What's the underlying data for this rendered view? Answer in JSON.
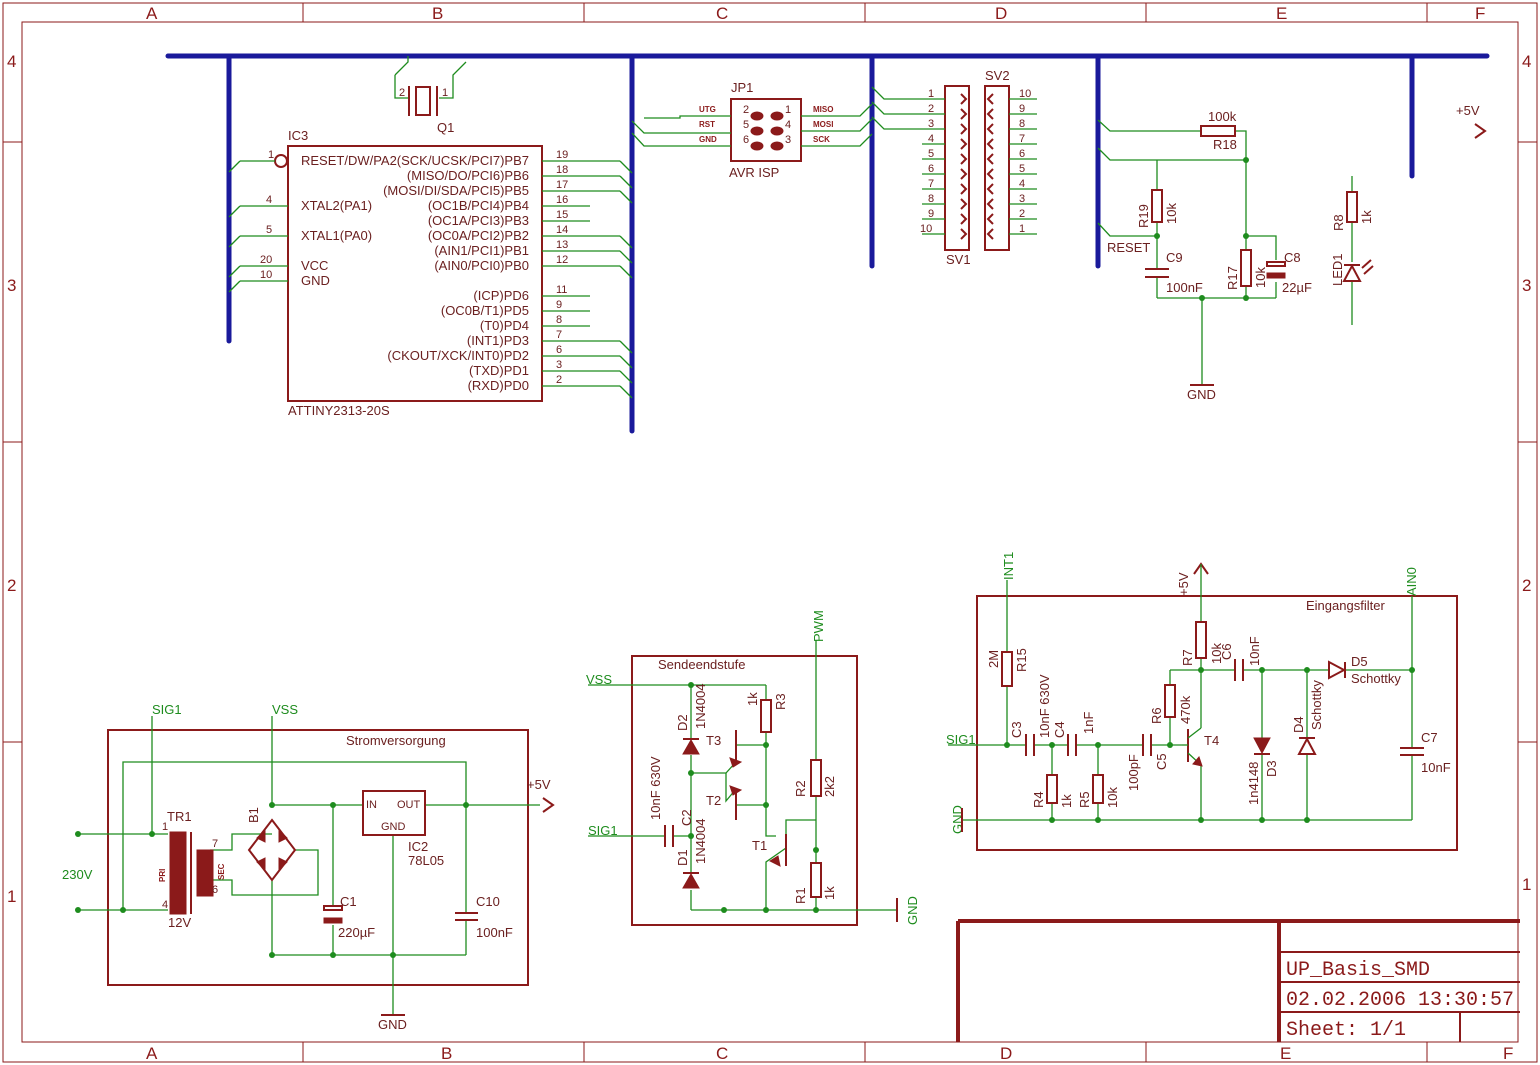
{
  "ruler": {
    "cols": [
      "A",
      "B",
      "C",
      "D",
      "E",
      "F"
    ],
    "rows": [
      "4",
      "3",
      "2",
      "1"
    ]
  },
  "title_block": {
    "title": "UP_Basis_SMD",
    "datetime": "02.02.2006 13:30:57",
    "sheet": "Sheet: 1/1"
  },
  "ic3": {
    "name": "IC3",
    "value": "ATTINY2313-20S",
    "left_pins": [
      {
        "num": "1",
        "name": "RESET/DW/PA2"
      },
      {
        "num": "4",
        "name": "XTAL2(PA1)"
      },
      {
        "num": "5",
        "name": "XTAL1(PA0)"
      },
      {
        "num": "20",
        "name": "VCC"
      },
      {
        "num": "10",
        "name": "GND"
      }
    ],
    "right_pins": [
      {
        "num": "19",
        "name": "(SCK/UCSK/PCI7)PB7"
      },
      {
        "num": "18",
        "name": "(MISO/DO/PCI6)PB6"
      },
      {
        "num": "17",
        "name": "(MOSI/DI/SDA/PCI5)PB5"
      },
      {
        "num": "16",
        "name": "(OC1B/PCI4)PB4"
      },
      {
        "num": "15",
        "name": "(OC1A/PCI3)PB3"
      },
      {
        "num": "14",
        "name": "(OC0A/PCI2)PB2"
      },
      {
        "num": "13",
        "name": "(AIN1/PCI1)PB1"
      },
      {
        "num": "12",
        "name": "(AIN0/PCI0)PB0"
      },
      {
        "num": "11",
        "name": "(ICP)PD6"
      },
      {
        "num": "9",
        "name": "(OC0B/T1)PD5"
      },
      {
        "num": "8",
        "name": "(T0)PD4"
      },
      {
        "num": "7",
        "name": "(INT1)PD3"
      },
      {
        "num": "6",
        "name": "(CKOUT/XCK/INT0)PD2"
      },
      {
        "num": "3",
        "name": "(TXD)PD1"
      },
      {
        "num": "2",
        "name": "(RXD)PD0"
      }
    ]
  },
  "q1": {
    "name": "Q1",
    "pin2": "2",
    "pin1": "1"
  },
  "jp1": {
    "name": "JP1",
    "value": "AVR ISP",
    "left_labels": [
      "UTG",
      "RST",
      "GND"
    ],
    "right_labels": [
      "MISO",
      "MOSI",
      "SCK"
    ],
    "pin_nums": [
      "2",
      "1",
      "5",
      "4",
      "6",
      "3"
    ]
  },
  "sv1": {
    "name": "SV1",
    "pins": [
      "1",
      "2",
      "3",
      "4",
      "5",
      "6",
      "7",
      "8",
      "9",
      "10"
    ]
  },
  "sv2": {
    "name": "SV2",
    "pins": [
      "10",
      "9",
      "8",
      "7",
      "6",
      "5",
      "4",
      "3",
      "2",
      "1"
    ]
  },
  "reset_circuit": {
    "r18_name": "R18",
    "r18_value": "100k",
    "r19_name": "R19",
    "r19_value": "10k",
    "c9_name": "C9",
    "c9_value": "100nF",
    "r17_name": "R17",
    "r17_value": "10k",
    "c8_name": "C8",
    "c8_value": "22µF",
    "reset_label": "RESET",
    "gnd_label": "GND"
  },
  "led_section": {
    "r8_name": "R8",
    "r8_value": "1k",
    "led_name": "LED1",
    "vcc_label": "+5V"
  },
  "stromversorgung": {
    "title": "Stromversorgung",
    "sig1": "SIG1",
    "vss": "VSS",
    "mains": "230V",
    "tr1": "TR1",
    "pri": "PRI",
    "sec": "SEC",
    "v12": "12V",
    "tr_pins": [
      "1",
      "4",
      "7",
      "6"
    ],
    "b1": "B1",
    "ic2_name": "IC2",
    "ic2_value": "78L05",
    "ic2_in": "IN",
    "ic2_out": "OUT",
    "ic2_gnd": "GND",
    "c1_name": "C1",
    "c1_value": "220µF",
    "c10_name": "C10",
    "c10_value": "100nF",
    "vcc": "+5V",
    "gnd": "GND"
  },
  "sendeendstufe": {
    "title": "Sendeendstufe",
    "vss": "VSS",
    "sig1": "SIG1",
    "pwm": "PWM",
    "gnd": "GND",
    "d2_name": "D2",
    "d2_value": "1N4004",
    "d1_name": "D1",
    "d1_value": "1N4004",
    "c2_name": "C2",
    "c2_value": "10nF 630V",
    "t3": "T3",
    "t2": "T2",
    "t1": "T1",
    "r3_name": "R3",
    "r3_value": "1k",
    "r2_name": "R2",
    "r2_value": "2k2",
    "r1_name": "R1",
    "r1_value": "1k"
  },
  "eingangsfilter": {
    "title": "Eingangsfilter",
    "int1": "INT1",
    "vcc": "+5V",
    "ain0": "AIN0",
    "sig1": "SIG1",
    "gnd": "GND",
    "r15_name": "R15",
    "r15_value": "2M",
    "c3_name": "C3",
    "c3_value": "10nF 630V",
    "c4_name": "C4",
    "c4_value": "1nF",
    "r4_name": "R4",
    "r4_value": "1k",
    "r5_name": "R5",
    "r5_value": "10k",
    "c5_name": "C5",
    "c5_value": "100pF",
    "r6_name": "R6",
    "r6_value": "470k",
    "r7_name": "R7",
    "r7_value": "10k",
    "c6_name": "C6",
    "c6_value": "10nF",
    "t4": "T4",
    "d3_name": "D3",
    "d3_value": "1n4148",
    "d4_name": "D4",
    "d4_value": "Schottky",
    "d5_name": "D5",
    "d5_value": "Schottky",
    "c7_name": "C7",
    "c7_value": "10nF"
  }
}
